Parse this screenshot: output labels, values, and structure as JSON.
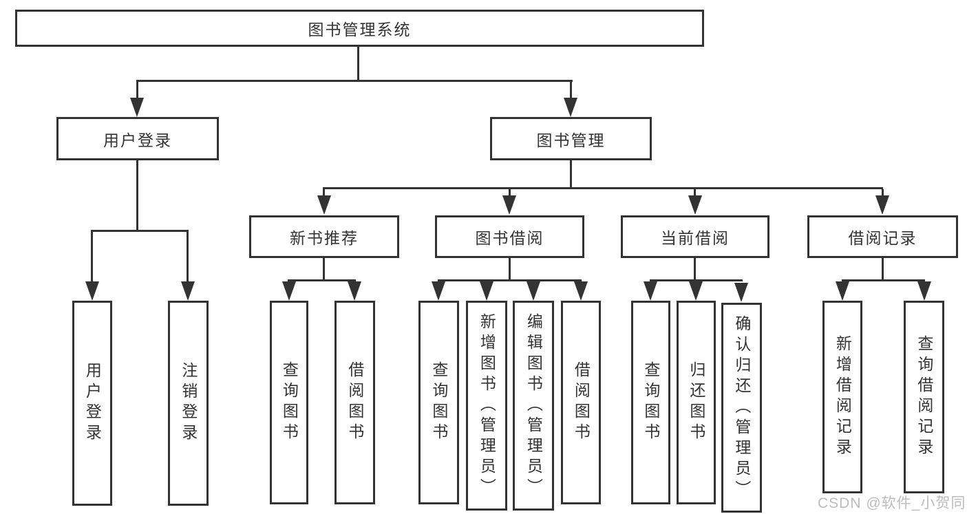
{
  "colors": {
    "line": "#333333",
    "text": "#333333",
    "background": "#ffffff",
    "watermark": "#bcbcbc"
  },
  "tree": {
    "root": "图书管理系统",
    "branches": [
      {
        "label": "用户登录",
        "children": [
          {
            "label": "用户登录"
          },
          {
            "label": "注销登录"
          }
        ]
      },
      {
        "label": "图书管理",
        "children": [
          {
            "label": "新书推荐",
            "children": [
              {
                "label": "查询图书"
              },
              {
                "label": "借阅图书"
              }
            ]
          },
          {
            "label": "图书借阅",
            "children": [
              {
                "label": "查询图书"
              },
              {
                "label": "新增图书（管理员）"
              },
              {
                "label": "编辑图书（管理员）"
              },
              {
                "label": "借阅图书"
              }
            ]
          },
          {
            "label": "当前借阅",
            "children": [
              {
                "label": "查询图书"
              },
              {
                "label": "归还图书"
              },
              {
                "label": "确认归还（管理员）"
              }
            ]
          },
          {
            "label": "借阅记录",
            "children": [
              {
                "label": "新增借阅记录"
              },
              {
                "label": "查询借阅记录"
              }
            ]
          }
        ]
      }
    ]
  },
  "watermark": "CSDN @软件_小贺同学"
}
